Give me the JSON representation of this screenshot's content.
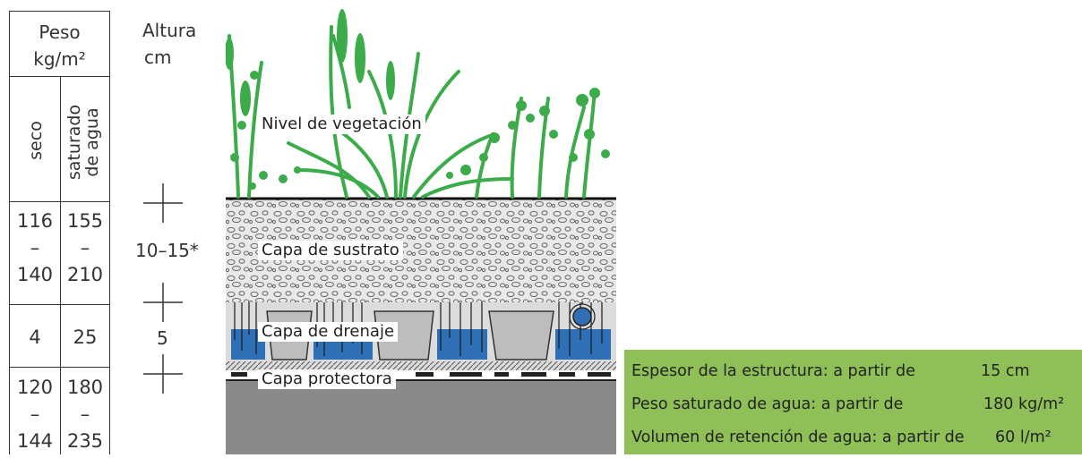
{
  "weight_table": {
    "header_line1": "Peso",
    "header_line2": "kg/m²",
    "col_dry": "seco",
    "col_saturated_line1": "saturado",
    "col_saturated_line2": "de agua",
    "rows": [
      {
        "dry": [
          "116",
          "–",
          "140"
        ],
        "saturated": [
          "155",
          "–",
          "210"
        ]
      },
      {
        "dry": [
          "4"
        ],
        "saturated": [
          "25"
        ]
      },
      {
        "dry": [
          "120",
          "–",
          "144"
        ],
        "saturated": [
          "180",
          "–",
          "235"
        ]
      }
    ]
  },
  "height": {
    "header_line1": "Altura",
    "header_line2": "cm",
    "substrate_value": "10–15*",
    "drainage_value": "5"
  },
  "layers": {
    "vegetation": "Nivel de vegetación",
    "substrate": "Capa de sustrato",
    "drainage": "Capa de drenaje",
    "protective": "Capa protectora"
  },
  "info": {
    "rows": [
      {
        "label": "Espesor de la estructura: a partir de",
        "value": "15 cm"
      },
      {
        "label": "Peso saturado de agua: a partir de",
        "value": "180 kg/m²"
      },
      {
        "label": "Volumen de retención de agua: a partir de",
        "value": "60 l/m²"
      }
    ]
  },
  "colors": {
    "plant_green": "#3cab4a",
    "water_blue": "#2f6fb6",
    "info_green": "#8ec057",
    "base_grey": "#8a8a8a"
  }
}
